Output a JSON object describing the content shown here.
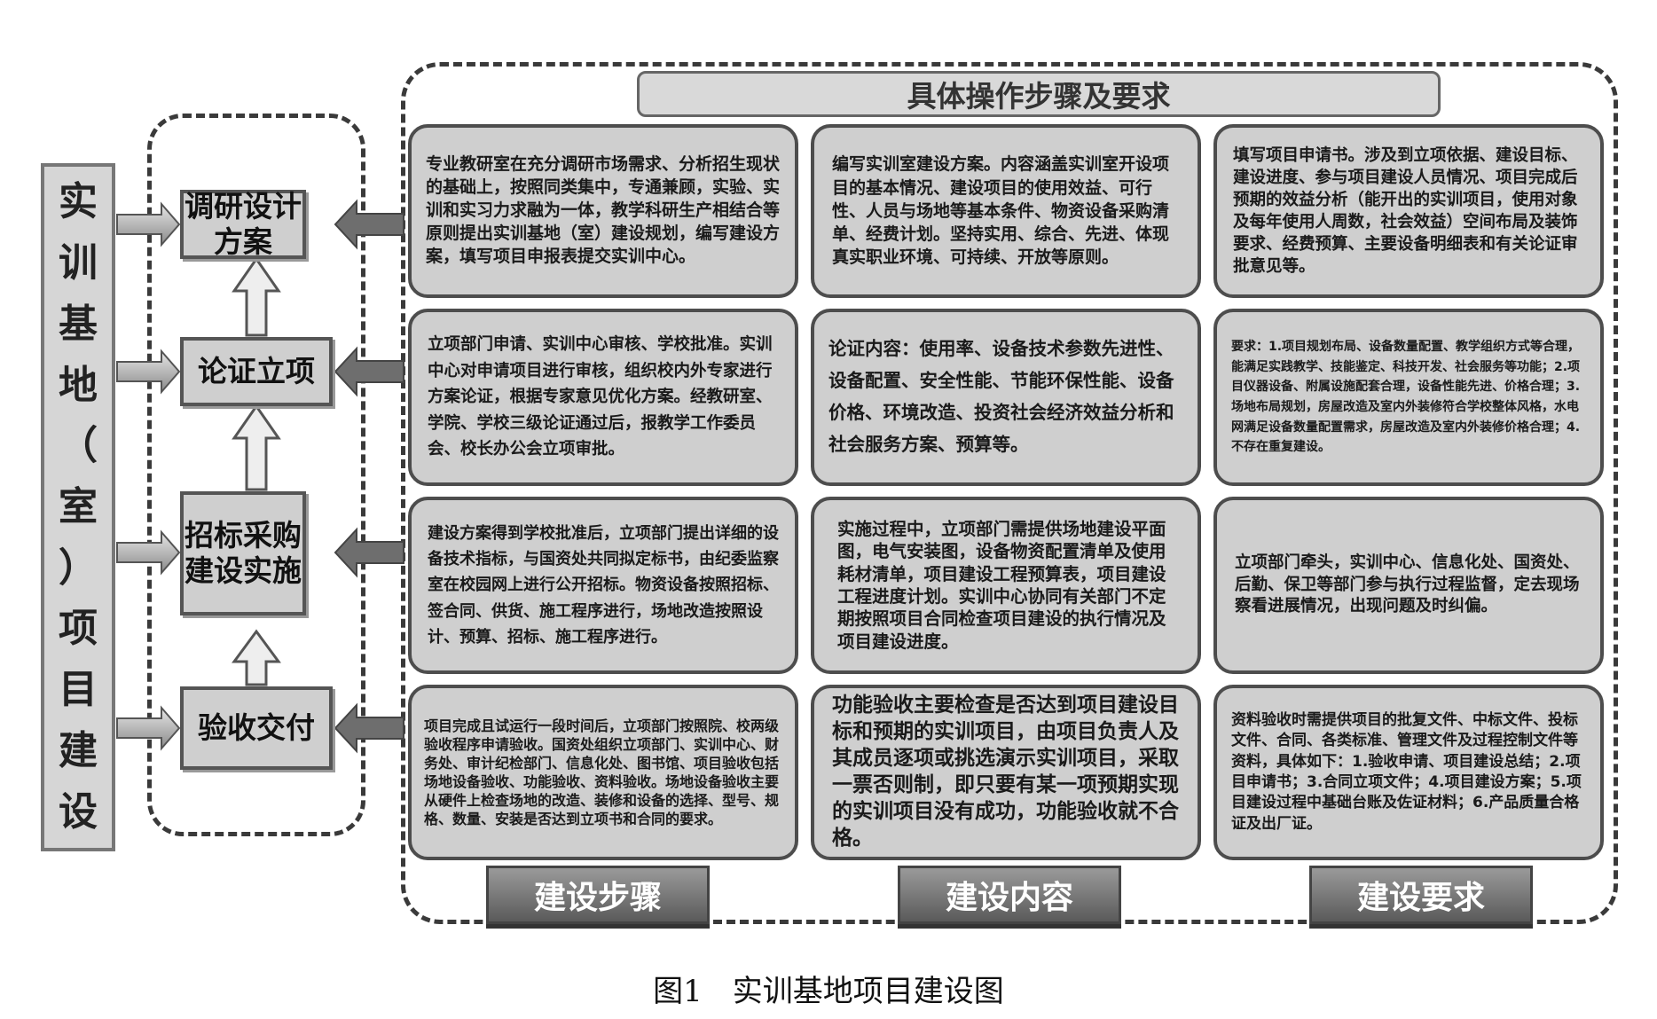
{
  "vertical_title": [
    "实",
    "训",
    "基",
    "地",
    "（",
    "室",
    "）",
    "项",
    "目",
    "建",
    "设"
  ],
  "header": "具体操作步骤及要求",
  "stages": [
    "调研设计方案",
    "论证立项",
    "招标采购建设实施",
    "验收交付"
  ],
  "rows": [
    {
      "steps": "专业教研室在充分调研市场需求、分析招生现状的基础上，按照同类集中，专通兼顾，实验、实训和实习力求融为一体，教学科研生产相结合等原则提出实训基地（室）建设规划，编写建设方案，填写项目申报表提交实训中心。",
      "content": "编写实训室建设方案。内容涵盖实训室开设项目的基本情况、建设项目的使用效益、可行性、人员与场地等基本条件、物资设备采购清单、经费计划。坚持实用、综合、先进、体现真实职业环境、可持续、开放等原则。",
      "requirements": "填写项目申请书。涉及到立项依据、建设目标、建设进度、参与项目建设人员情况、项目完成后预期的效益分析（能开出的实训项目，使用对象及每年使用人周数，社会效益）空间布局及装饰要求、经费预算、主要设备明细表和有关论证审批意见等。"
    },
    {
      "steps": "立项部门申请、实训中心审核、学校批准。实训中心对申请项目进行审核，组织校内外专家进行方案论证，根据专家意见优化方案。经教研室、学院、学校三级论证通过后，报教学工作委员会、校长办公会立项审批。",
      "content": "论证内容：使用率、设备技术参数先进性、设备配置、安全性能、节能环保性能、设备价格、环境改造、投资社会经济效益分析和社会服务方案、预算等。",
      "requirements": "要求：1.项目规划布局、设备数量配置、教学组织方式等合理，能满足实践教学、技能鉴定、科技开发、社会服务等功能；2.项目仪器设备、附属设施配套合理，设备性能先进、价格合理；3.场地布局规划，房屋改造及室内外装修符合学校整体风格，水电网满足设备数量配置需求，房屋改造及室内外装修价格合理；4.不存在重复建设。"
    },
    {
      "steps": "建设方案得到学校批准后，立项部门提出详细的设备技术指标，与国资处共同拟定标书，由纪委监察室在校园网上进行公开招标。物资设备按照招标、签合同、供货、施工程序进行，场地改造按照设计、预算、招标、施工程序进行。",
      "content": "实施过程中，立项部门需提供场地建设平面图，电气安装图，设备物资配置清单及使用耗材清单，项目建设工程预算表，项目建设工程进度计划。实训中心协同有关部门不定期按照项目合同检查项目建设的执行情况及项目建设进度。",
      "requirements": "立项部门牵头，实训中心、信息化处、国资处、后勤、保卫等部门参与执行过程监督，定去现场察看进展情况，出现问题及时纠偏。"
    },
    {
      "steps": "项目完成且试运行一段时间后，立项部门按照院、校两级验收程序申请验收。国资处组织立项部门、实训中心、财务处、审计纪检部门、信息化处、图书馆、项目验收包括场地设备验收、功能验收、资料验收。场地设备验收主要从硬件上检查场地的改造、装修和设备的选择、型号、规格、数量、安装是否达到立项书和合同的要求。",
      "content": "功能验收主要检查是否达到项目建设目标和预期的实训项目，由项目负责人及其成员逐项或挑选演示实训项目，采取一票否则制，即只要有某一项预期实现的实训项目没有成功，功能验收就不合格。",
      "requirements": "资料验收时需提供项目的批复文件、中标文件、投标文件、合同、各类标准、管理文件及过程控制文件等资料，具体如下：1.验收申请、项目建设总结；2.项目申请书；3.合同立项文件；4.项目建设方案；5.项目建设过程中基础台账及佐证材料；6.产品质量合格证及出厂证。"
    }
  ],
  "column_labels": [
    "建设步骤",
    "建设内容",
    "建设要求"
  ],
  "caption": "图1　实训基地项目建设图"
}
